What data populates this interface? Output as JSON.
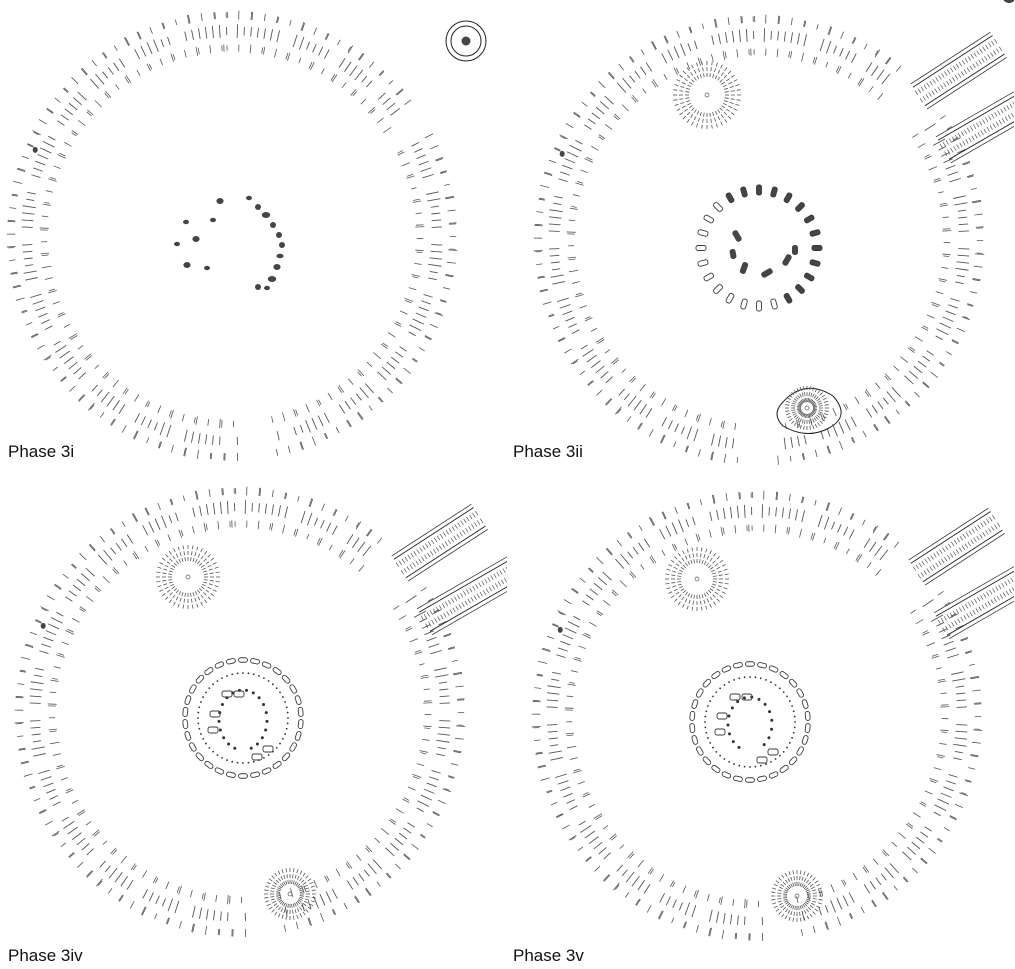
{
  "panels": [
    {
      "label": "Phase 3i"
    },
    {
      "label": "Phase 3ii"
    },
    {
      "label": "Phase 3iv"
    },
    {
      "label": "Phase 3v"
    }
  ],
  "colors": {
    "ink": "#555555",
    "stone": "#333333",
    "stone_fill": "#454545",
    "outline_stone": "#3a3a3a",
    "barrow_line": "#222222"
  },
  "features": {
    "phase_3i": [
      "earthwork-rings",
      "bluestone-arc-sockets",
      "outlying-stone",
      "ring-mound"
    ],
    "phase_3ii": [
      "earthwork-rings",
      "sarsen-circle",
      "trilithon-horseshoe",
      "avenue",
      "station-barrows",
      "heel-stone"
    ],
    "phase_3iv": [
      "earthwork-rings",
      "sarsen-circle",
      "bluestone-circle",
      "bluestone-oval",
      "avenue",
      "station-barrows",
      "heel-stone"
    ],
    "phase_3v": [
      "earthwork-rings",
      "sarsen-circle",
      "bluestone-circle",
      "bluestone-horseshoe",
      "avenue",
      "station-barrows",
      "heel-stone"
    ]
  }
}
